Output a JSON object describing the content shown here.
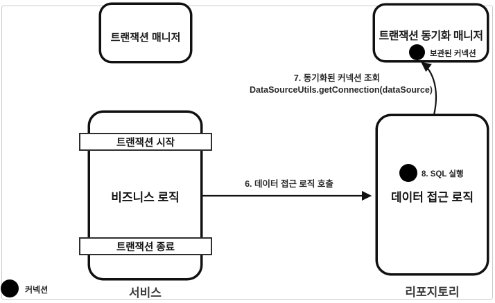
{
  "diagram": {
    "transaction_manager": {
      "label": "트랜잭션 매니저"
    },
    "sync_manager": {
      "label": "트랜잭션 동기화 매니저",
      "stored_connection_note": "보관된 커넥션",
      "icon": "connection-dot-icon"
    },
    "service": {
      "start_bar": "트랜잭션 시작",
      "business_logic": "비즈니스 로직",
      "end_bar": "트랜잭션 종료",
      "caption": "서비스"
    },
    "repository": {
      "sql_step": "8. SQL 실행",
      "data_access_logic": "데이터 접근 로직",
      "caption": "리포지토리",
      "icon": "connection-dot-icon"
    },
    "arrows": {
      "call_data_access_label": "6. 데이터 접근 로직 호출",
      "sync_lookup_line1": "7. 동기화된 커넥션 조회",
      "sync_lookup_line2": "DataSourceUtils.getConnection(dataSource)"
    },
    "legend": {
      "connection_label": "커넥션",
      "icon": "connection-dot-icon"
    },
    "colors": {
      "ink": "#111111",
      "frame_border": "#c9c9c9",
      "dot_fill": "#000000",
      "background": "#ffffff"
    }
  }
}
